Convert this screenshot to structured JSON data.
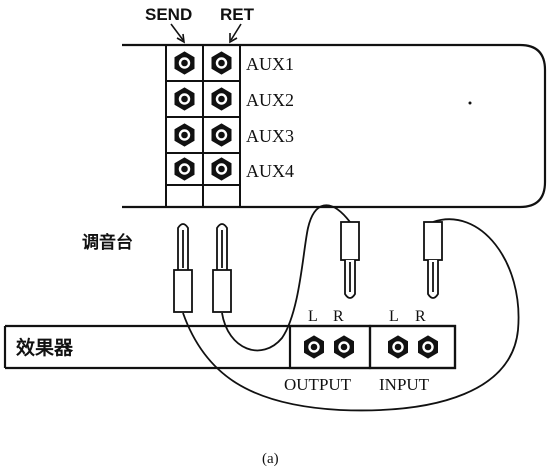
{
  "mixer": {
    "name": "调音台",
    "send_label": "SEND",
    "ret_label": "RET",
    "aux_labels": [
      "AUX1",
      "AUX2",
      "AUX3",
      "AUX4"
    ]
  },
  "effects_unit": {
    "name": "效果器",
    "output_label": "OUTPUT",
    "input_label": "INPUT",
    "output_channels": [
      "L",
      "R"
    ],
    "input_channels": [
      "L",
      "R"
    ]
  },
  "caption": "(a)",
  "colors": {
    "line": "#111111",
    "background": "#ffffff"
  }
}
